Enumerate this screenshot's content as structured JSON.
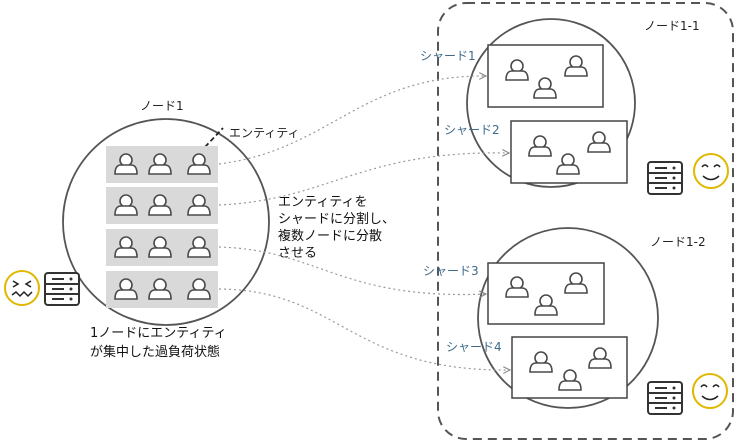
{
  "labels": {
    "node1": "ノード1",
    "entity": "エンティティ",
    "node1_1": "ノード1-1",
    "node1_2": "ノード1-2",
    "shard1": "シャード1",
    "shard2": "シャード2",
    "shard3": "シャード3",
    "shard4": "シャード4",
    "center_text": [
      "エンティティを",
      "シャードに分割し、",
      "複数ノードに分散",
      "させる"
    ],
    "bottom_text": [
      "1ノードにエンティティ",
      "が集中した過負荷状態"
    ]
  },
  "colors": {
    "stroke": "#555555",
    "entity_bg": "#d9d9d9",
    "shard_label": "#3d6a8a",
    "dashed_line": "#9a9a9a"
  },
  "icons": {
    "user": "user-icon",
    "server": "server-icon",
    "face_happy": "smiley-face-icon",
    "face_stressed": "stressed-face-icon"
  }
}
